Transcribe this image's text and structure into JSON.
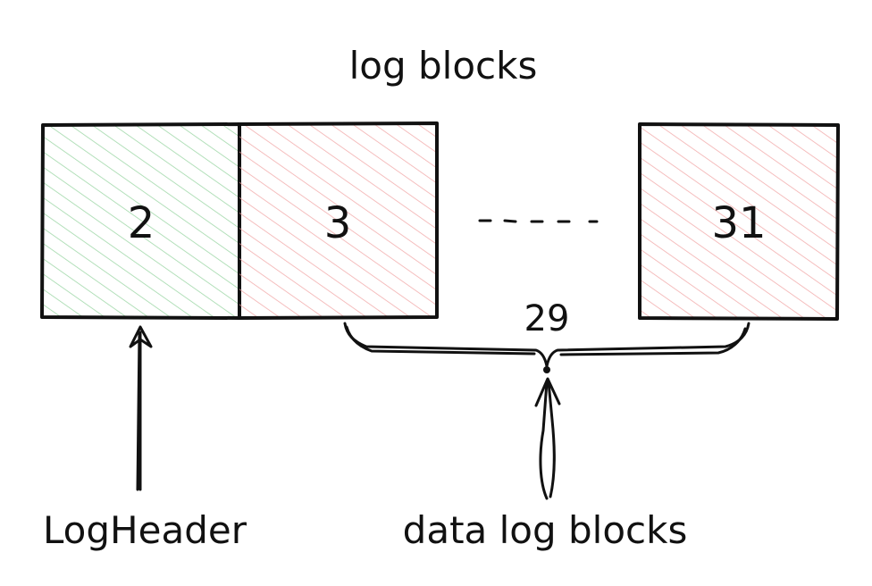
{
  "title": "log blocks",
  "blocks": [
    {
      "label": "2",
      "kind": "header",
      "fill": "#8fd19a"
    },
    {
      "label": "3",
      "kind": "data",
      "fill": "#f0a0a0"
    },
    {
      "label": "31",
      "kind": "data",
      "fill": "#f0a0a0"
    }
  ],
  "ellipsis": ".....",
  "brace_count": "29",
  "labels": {
    "log_header": "LogHeader",
    "data_log_blocks": "data log blocks"
  },
  "colors": {
    "ink": "#111111",
    "header_hatch": "#8fd19a",
    "data_hatch": "#f0a0a0"
  }
}
